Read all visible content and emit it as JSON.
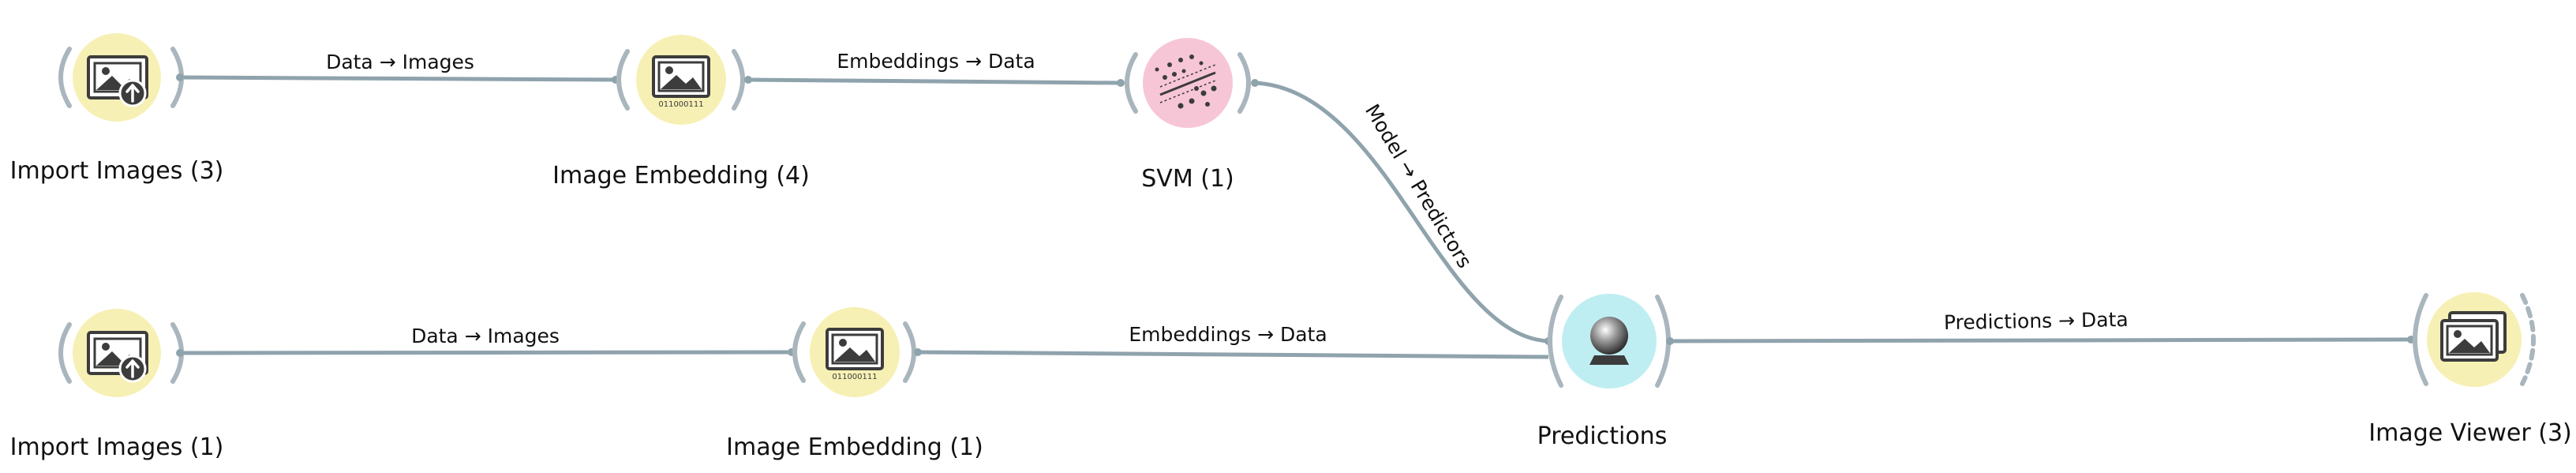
{
  "nodes": {
    "import_images_top": {
      "label": "Import Images (3)",
      "icon": "image-upload-icon",
      "color": "#f7f0b4"
    },
    "image_embedding_top": {
      "label": "Image Embedding (4)",
      "icon": "image-embedding-icon",
      "color": "#f7f0b4",
      "icon_text": "011000111"
    },
    "svm": {
      "label": "SVM (1)",
      "icon": "svm-scatter-icon",
      "color": "#f7c6d6"
    },
    "import_images_bottom": {
      "label": "Import Images (1)",
      "icon": "image-upload-icon",
      "color": "#f7f0b4"
    },
    "image_embedding_bottom": {
      "label": "Image Embedding (1)",
      "icon": "image-embedding-icon",
      "color": "#f7f0b4",
      "icon_text": "011000111"
    },
    "predictions": {
      "label": "Predictions",
      "icon": "crystal-ball-icon",
      "color": "#bfeef2"
    },
    "image_viewer": {
      "label": "Image Viewer (3)",
      "icon": "image-gallery-icon",
      "color": "#f7f0b4"
    }
  },
  "links": {
    "import_top_to_embed_top": {
      "label": "Data → Images"
    },
    "embed_top_to_svm": {
      "label": "Embeddings → Data"
    },
    "svm_to_predictions": {
      "label": "Model → Predictors"
    },
    "import_bottom_to_embed_bottom": {
      "label": "Data → Images"
    },
    "embed_bottom_to_predictions": {
      "label": "Embeddings → Data"
    },
    "predictions_to_viewer": {
      "label": "Predictions → Data"
    }
  },
  "colors": {
    "link": "#8fa3ad",
    "bracket": "#a9b6bd",
    "icon_dark": "#3c3c3c"
  }
}
